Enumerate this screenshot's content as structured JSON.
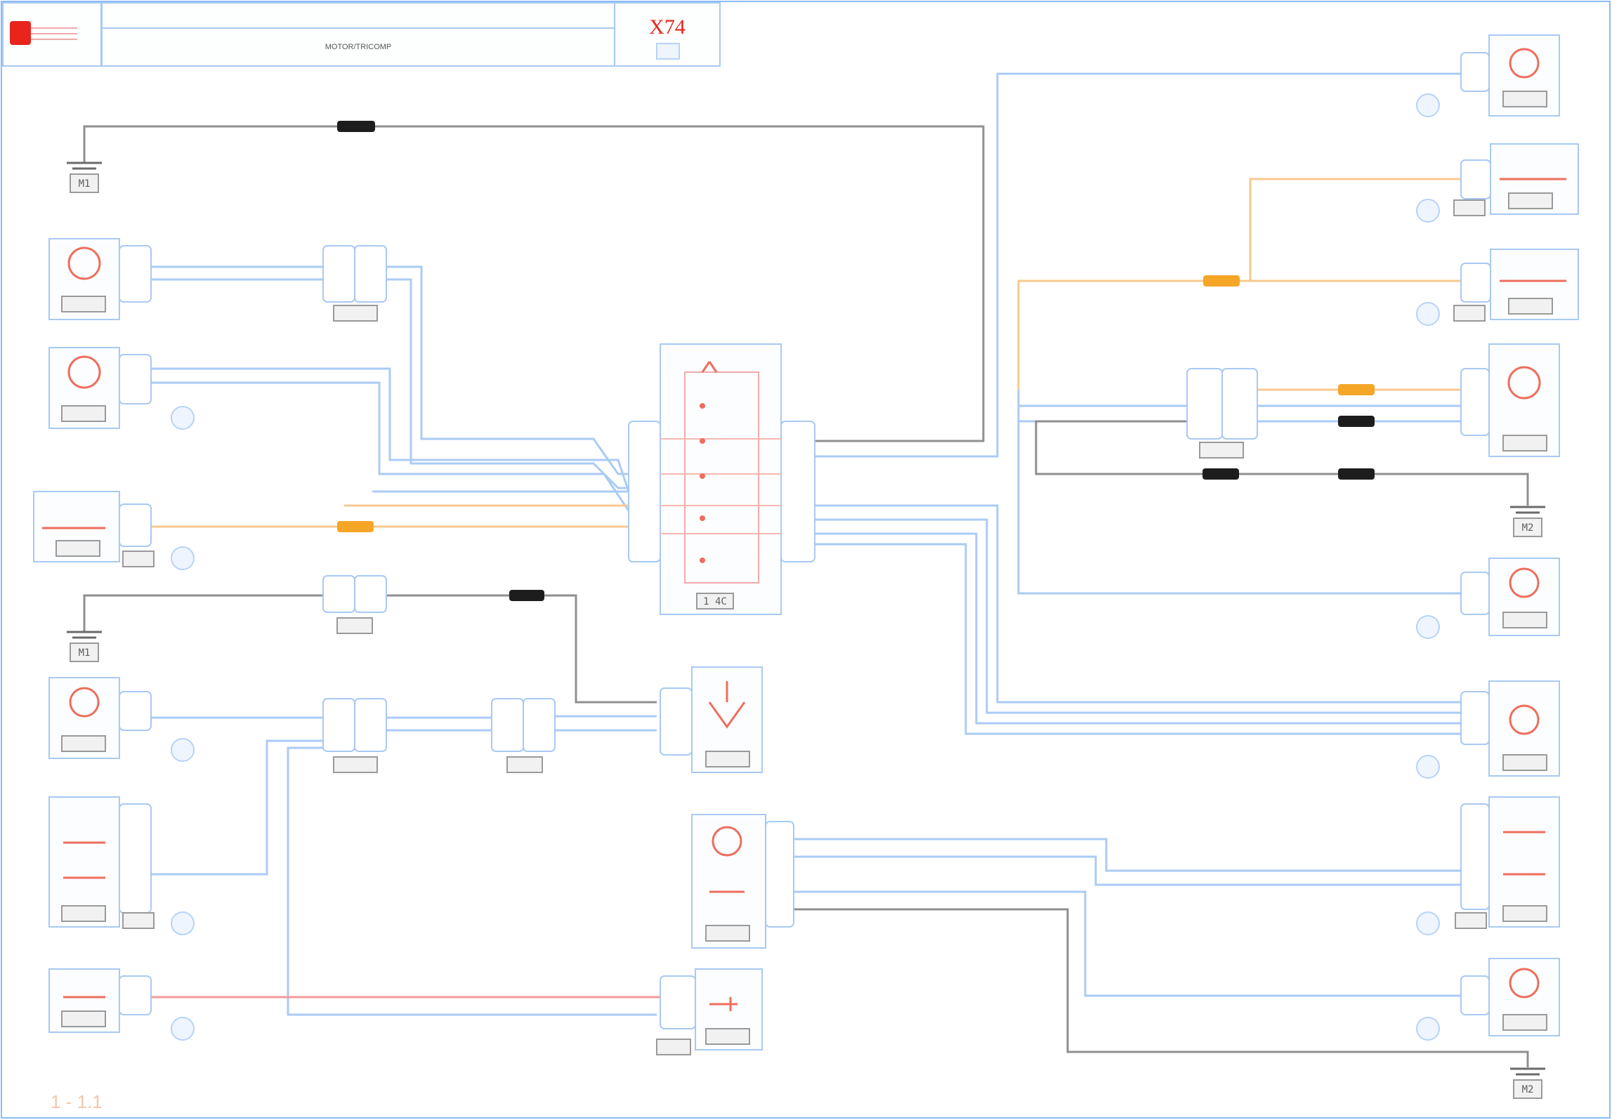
{
  "header": {
    "diagram_code": "X74",
    "caption": "MOTOR/TRICOMP",
    "logo_color": "#e8241c"
  },
  "labels": {
    "ground_1": "M1",
    "ground_2": "M1",
    "ground_3": "M2",
    "ground_4": "M2",
    "tag_central": "1 4C",
    "footer_code": "1 - 1.1"
  },
  "colors": {
    "frame": "#8cbcf6",
    "accent": "#e8241c",
    "wire_blue": "#aacbf5",
    "wire_grey": "#8f8f8f",
    "wire_orange": "#f8c98f",
    "splice_black": "#1d1d1d",
    "splice_orange": "#f5a626"
  }
}
